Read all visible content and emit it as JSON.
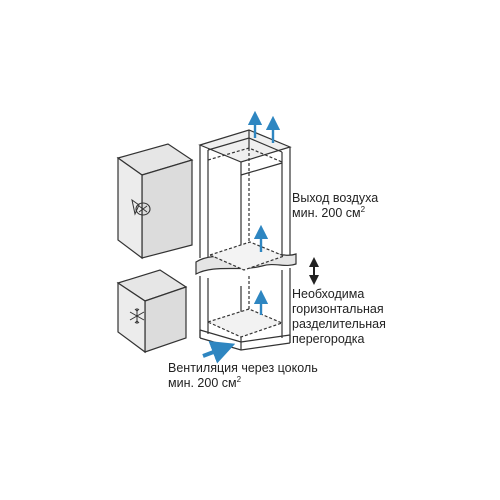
{
  "annotations": {
    "air_outlet": {
      "line1": "Выход воздуха",
      "line2_prefix": "мин. 200 см",
      "line2_sup": "2"
    },
    "divider": {
      "line1": "Необходима",
      "line2": "горизонтальная",
      "line3": "разделительная",
      "line4": "перегородка"
    },
    "ventilation": {
      "line1": "Вентиляция через цоколь",
      "line2_prefix": "мин. 200 см",
      "line2_sup": "2"
    }
  },
  "colors": {
    "arrow_blue": "#2e86c1",
    "line": "#333333",
    "panel": "#e8e8e8"
  },
  "icons": {
    "upper_appliance": "fridge-symbol-icon",
    "lower_appliance": "freezer-snowflake-icon"
  }
}
